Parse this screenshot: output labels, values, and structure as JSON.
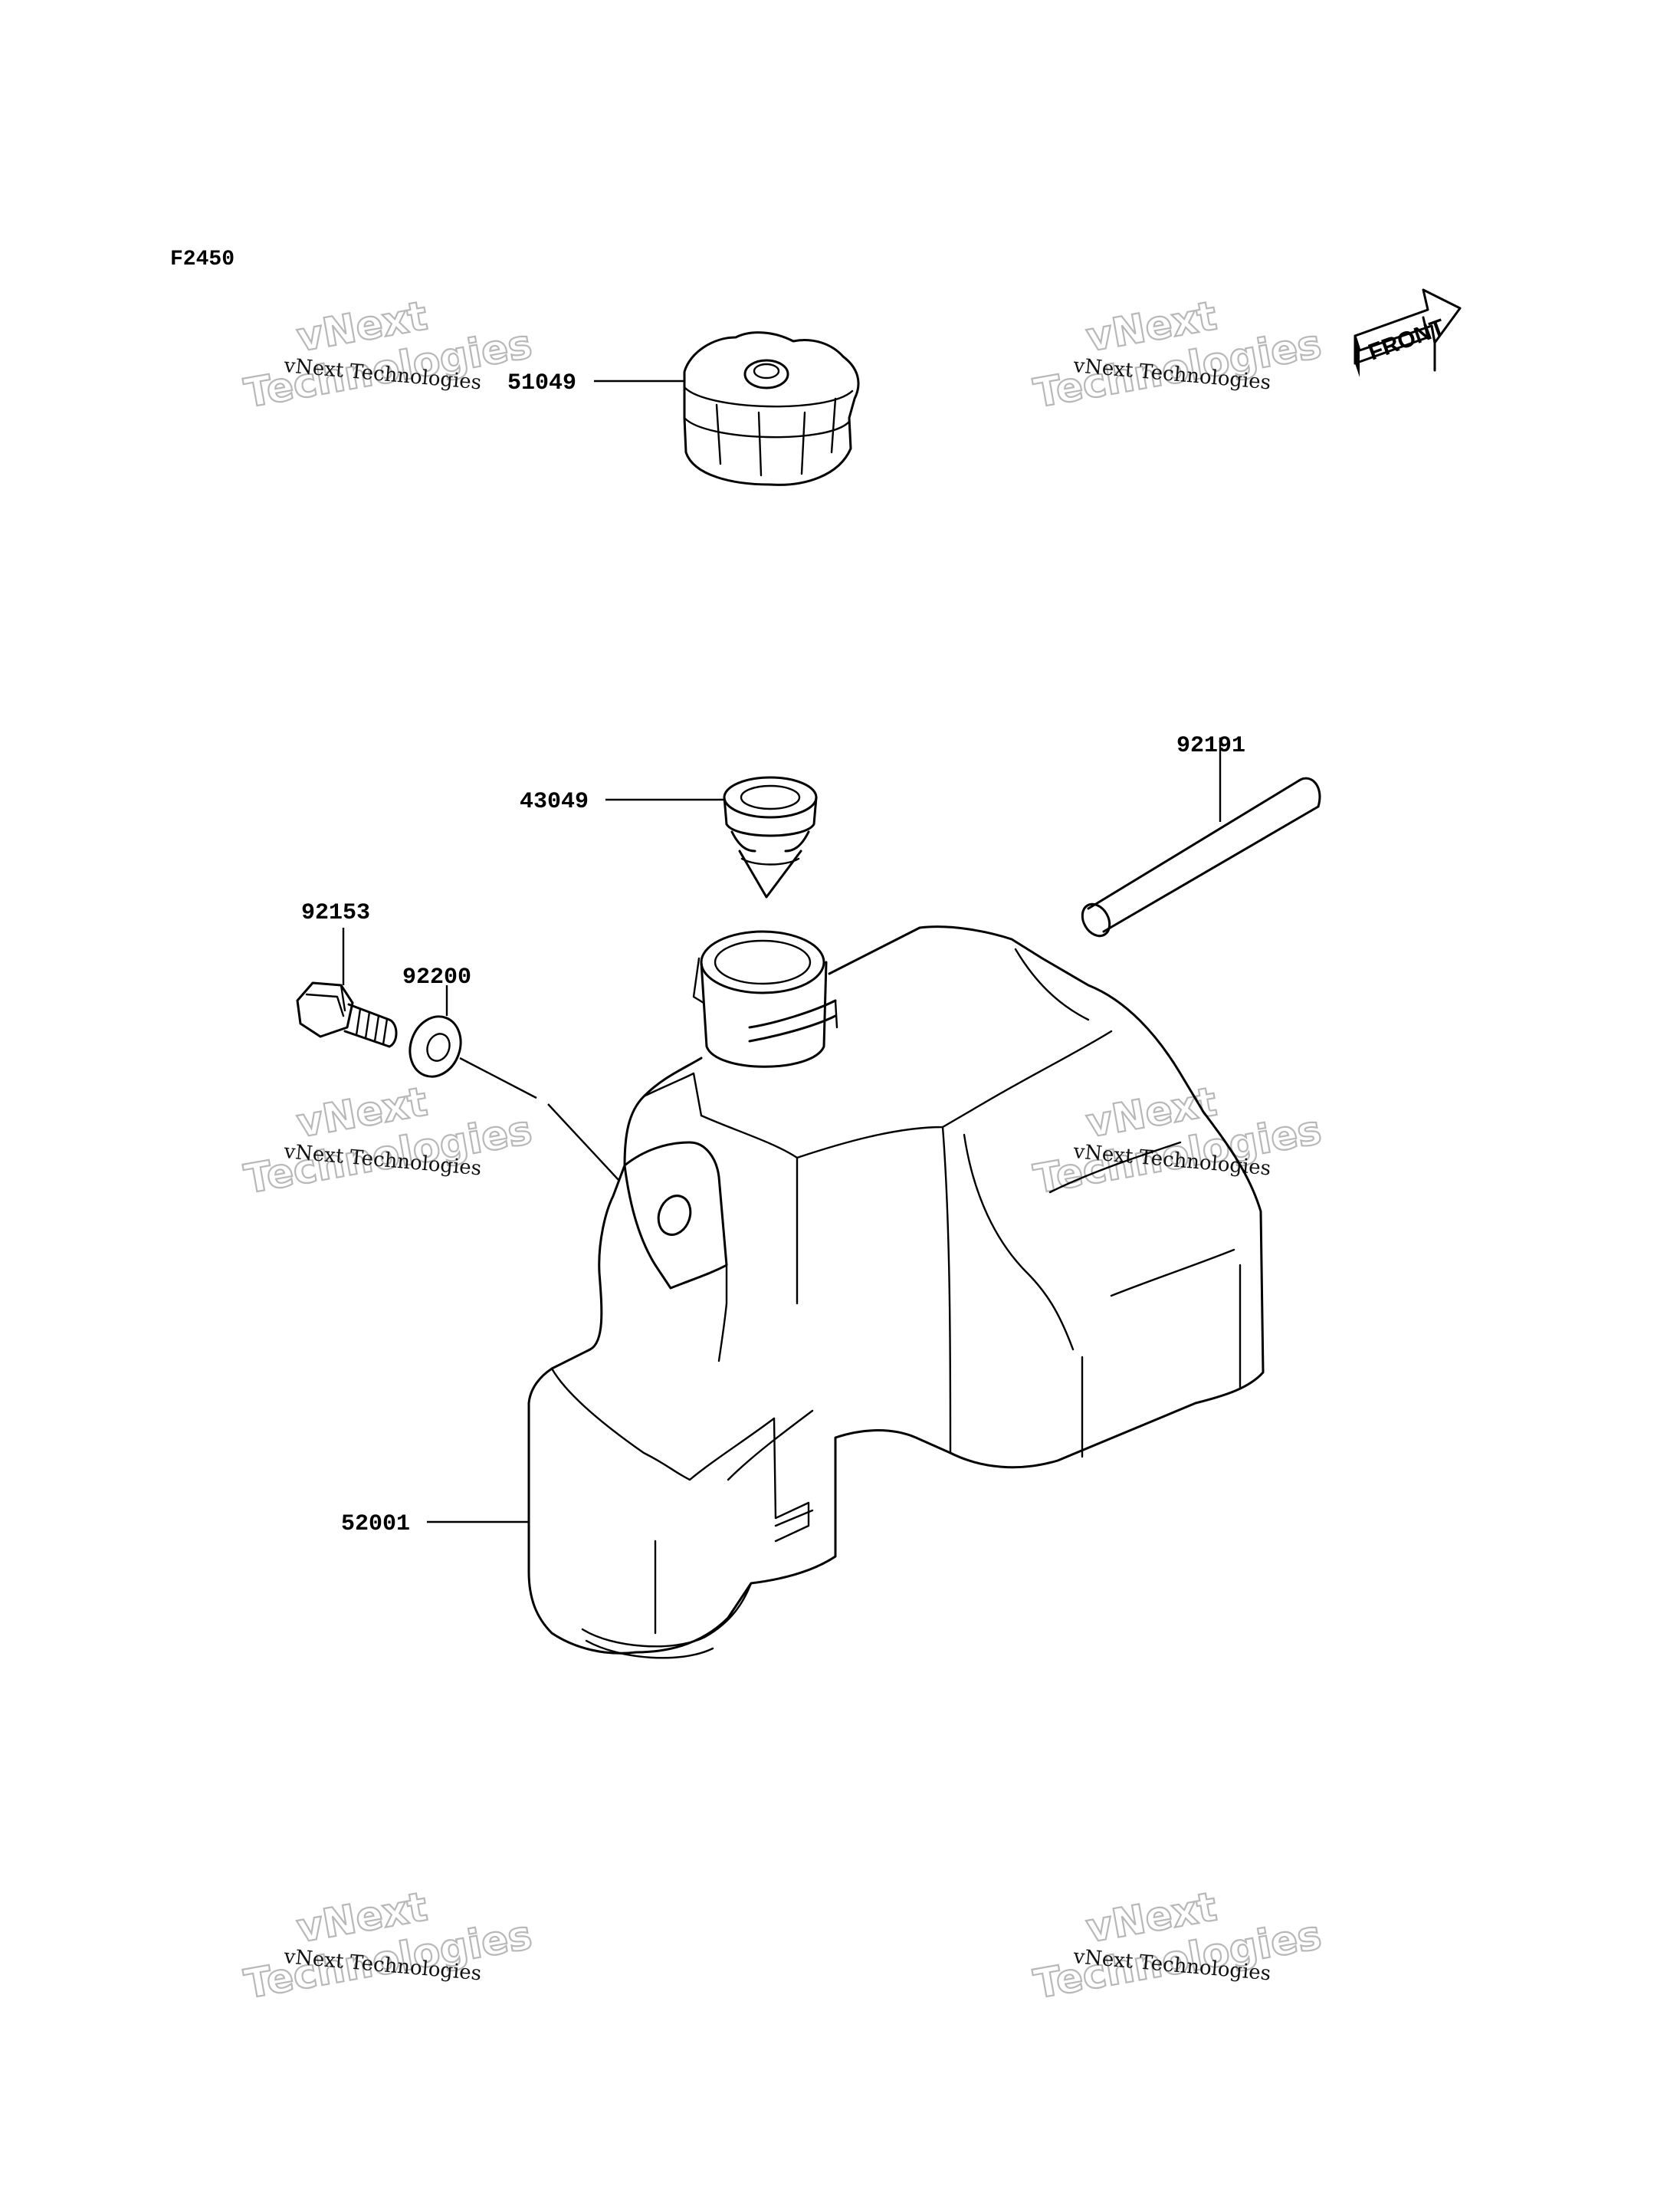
{
  "diagram": {
    "figure_code": "F2450",
    "front_label": "FRONT",
    "watermark": {
      "line_small": "vNext Technologies",
      "line_big_1": "vNext",
      "line_big_2": "Technologies"
    },
    "parts": [
      {
        "id": "51049",
        "label": "51049"
      },
      {
        "id": "43049",
        "label": "43049"
      },
      {
        "id": "92191",
        "label": "92191"
      },
      {
        "id": "92153",
        "label": "92153"
      },
      {
        "id": "92200",
        "label": "92200"
      },
      {
        "id": "52001",
        "label": "52001"
      }
    ],
    "colors": {
      "line": "#000000",
      "watermark_outline": "#b8b8b8"
    }
  }
}
